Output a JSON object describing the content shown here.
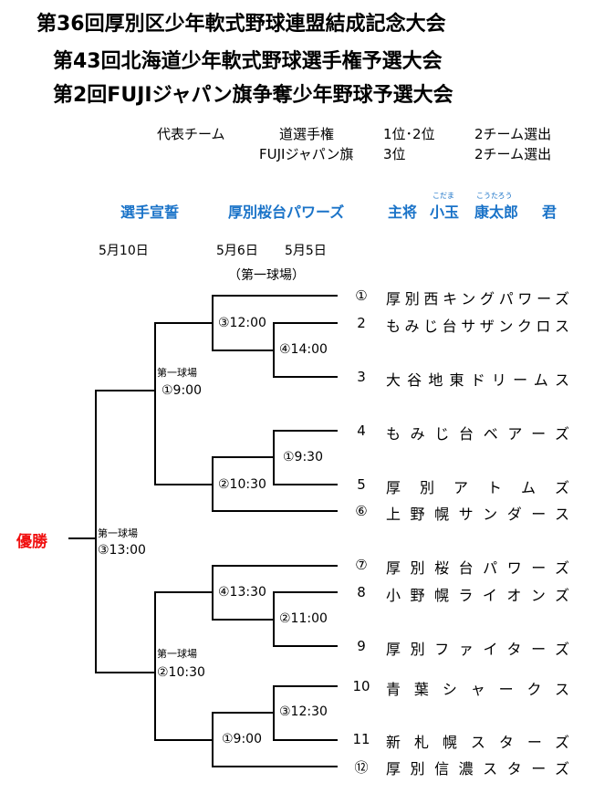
{
  "titles": [
    "第36回厚別区少年軟式野球連盟結成記念大会",
    "第43回北海道少年軟式野球選手権予選大会",
    "第2回FUJIジャパン旗争奪少年野球予選大会"
  ],
  "representatives": {
    "label": "代表チーム",
    "rows": [
      {
        "event": "道選手権",
        "places": "1位･2位",
        "result": "2チーム選出"
      },
      {
        "event": "FUJIジャパン旗",
        "places": "3位",
        "result": "2チーム選出"
      }
    ]
  },
  "oath": {
    "label": "選手宣誓",
    "team": "厚別桜台パワーズ",
    "role": "主将",
    "surname": "小玉",
    "given": "康太郎",
    "suffix": "君",
    "surname_ruby": "こだま",
    "given_ruby": "こうたろう"
  },
  "dates": {
    "final": "5月10日",
    "semi": "5月6日",
    "first": "5月5日",
    "venue": "（第一球場）"
  },
  "champion_label": "優勝",
  "teams": [
    {
      "seed": "①",
      "name": "厚別西キングパワーズ"
    },
    {
      "seed": "2",
      "name": "もみじ台サザンクロス"
    },
    {
      "seed": "3",
      "name": "大谷地東ドリームス"
    },
    {
      "seed": "4",
      "name": "もみじ台ベアーズ"
    },
    {
      "seed": "5",
      "name": "厚別アトムズ"
    },
    {
      "seed": "⑥",
      "name": "上野幌サンダース"
    },
    {
      "seed": "⑦",
      "name": "厚別桜台パワーズ"
    },
    {
      "seed": "8",
      "name": "小野幌ライオンズ"
    },
    {
      "seed": "9",
      "name": "厚別ファイターズ"
    },
    {
      "seed": "10",
      "name": "青葉シャークス"
    },
    {
      "seed": "11",
      "name": "新札幌スターズ"
    },
    {
      "seed": "⑫",
      "name": "厚別信濃スターズ"
    }
  ],
  "games": {
    "g_2_3": "④14:00",
    "g_1_w": "③12:00",
    "g_4_5": "①9:30",
    "g_w_6": "②10:30",
    "semi_top_venue": "第一球場",
    "semi_top": "①9:00",
    "g_8_9": "②11:00",
    "g_7_w": "④13:30",
    "g_10_11": "③12:30",
    "g_w_12": "①9:00",
    "semi_bot_venue": "第一球場",
    "semi_bot": "②10:30",
    "final_venue": "第一球場",
    "final": "③13:00"
  }
}
